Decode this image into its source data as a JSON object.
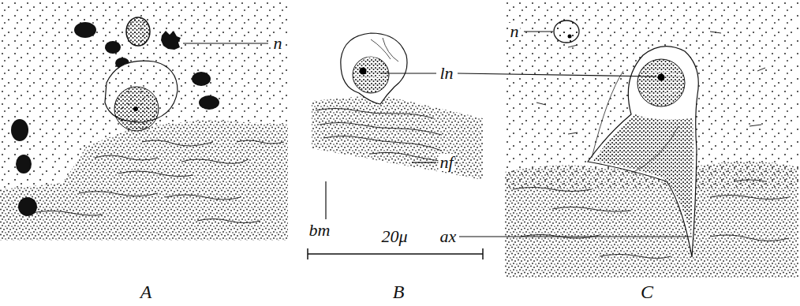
{
  "diagram": {
    "labels": [
      "n",
      "ln",
      "nf",
      "bm",
      "20μ",
      "n",
      "ax",
      "A",
      "B",
      "C"
    ]
  }
}
